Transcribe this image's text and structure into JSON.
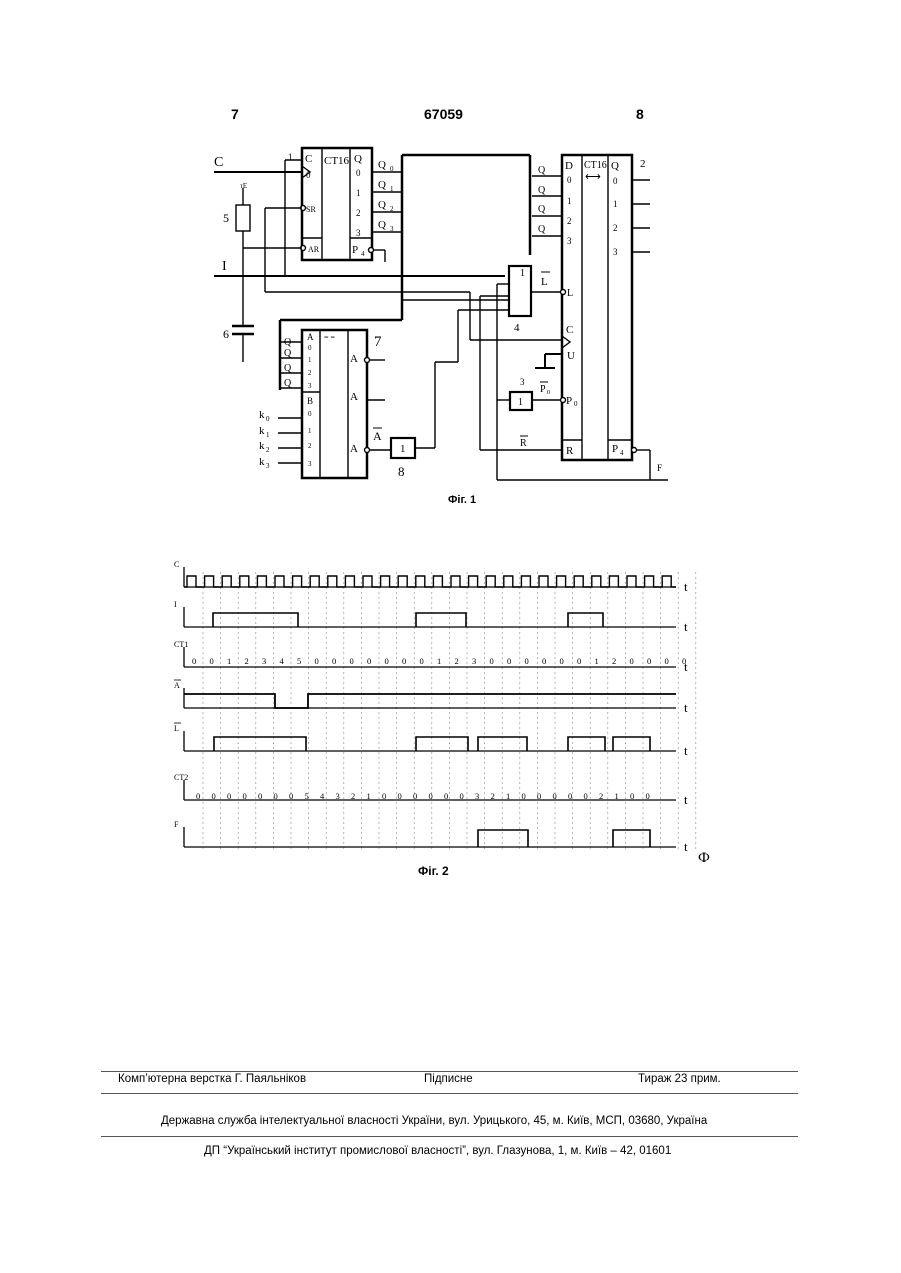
{
  "header": {
    "left_page": "7",
    "patent_number": "67059",
    "right_page": "8"
  },
  "fig1": {
    "caption": "Фіг. 1",
    "input_c": "C",
    "input_i": "I",
    "labels": {
      "n1": "1",
      "n2": "2",
      "n3": "3",
      "n4": "4",
      "n5": "5",
      "n6": "6",
      "n7": "7",
      "n8": "8",
      "tau": "τE",
      "ct1_title": "CT16",
      "ct1_c": "C",
      "ct1_c0": "0",
      "ct1_sr": "SR",
      "ct1_ar": "AR",
      "ct1_q": "Q",
      "ct1_q0": "0",
      "ct1_q1": "1",
      "ct1_q2": "2",
      "ct1_q3": "3",
      "ct1_p4": "P",
      "out_q0": "Q",
      "out_q1": "Q",
      "out_q2": "Q",
      "out_q3": "Q",
      "sub0": "0",
      "sub1": "1",
      "sub2": "2",
      "sub3": "3",
      "sub4": "4",
      "cmp_title": "= =",
      "cmp_a": "A",
      "cmp_b": "B",
      "k0": "k",
      "k1": "k",
      "k2": "k",
      "k3": "k",
      "a_lt": "A",
      "a_eq": "A",
      "a_gt": "A",
      "a_gt_bar": "A",
      "not_gate": "1",
      "or_gate": "1",
      "ct2_title": "CT16",
      "ct2_d": "D",
      "ct2_q": "Q",
      "ct2_l": "L",
      "ct2_c": "C",
      "ct2_u": "U",
      "ct2_p0": "P",
      "ct2_r": "R",
      "ct2_p4": "P",
      "l_bar": "L",
      "p0_bar": "P",
      "r_bar": "R",
      "out_f": "F"
    }
  },
  "fig2": {
    "caption": "Фіг. 2",
    "phi": "Ф",
    "signals": [
      "C",
      "I",
      "CT1",
      "A",
      "L",
      "CT2",
      "F"
    ],
    "t_label": "t",
    "ct1_values": [
      "0",
      "0",
      "1",
      "2",
      "3",
      "4",
      "5",
      "0",
      "0",
      "0",
      "0",
      "0",
      "0",
      "0",
      "1",
      "2",
      "3",
      "0",
      "0",
      "0",
      "0",
      "0",
      "0",
      "1",
      "2",
      "0",
      "0",
      "0",
      "0"
    ],
    "ct2_values": [
      "0",
      "0",
      "0",
      "0",
      "0",
      "0",
      "0",
      "5",
      "4",
      "3",
      "2",
      "1",
      "0",
      "0",
      "0",
      "0",
      "0",
      "0",
      "3",
      "2",
      "1",
      "0",
      "0",
      "0",
      "0",
      "0",
      "2",
      "1",
      "0",
      "0"
    ]
  },
  "footer": {
    "typeset": "Комп’ютерна верстка Г. Паяльніков",
    "signed": "Підписне",
    "circulation": "Тираж 23 прим.",
    "agency": "Державна служба інтелектуальної власності України, вул. Урицького, 45, м. Київ, МСП, 03680, Україна",
    "institute": "ДП “Український інститут промислової власності”, вул. Глазунова, 1, м. Київ – 42, 01601"
  }
}
